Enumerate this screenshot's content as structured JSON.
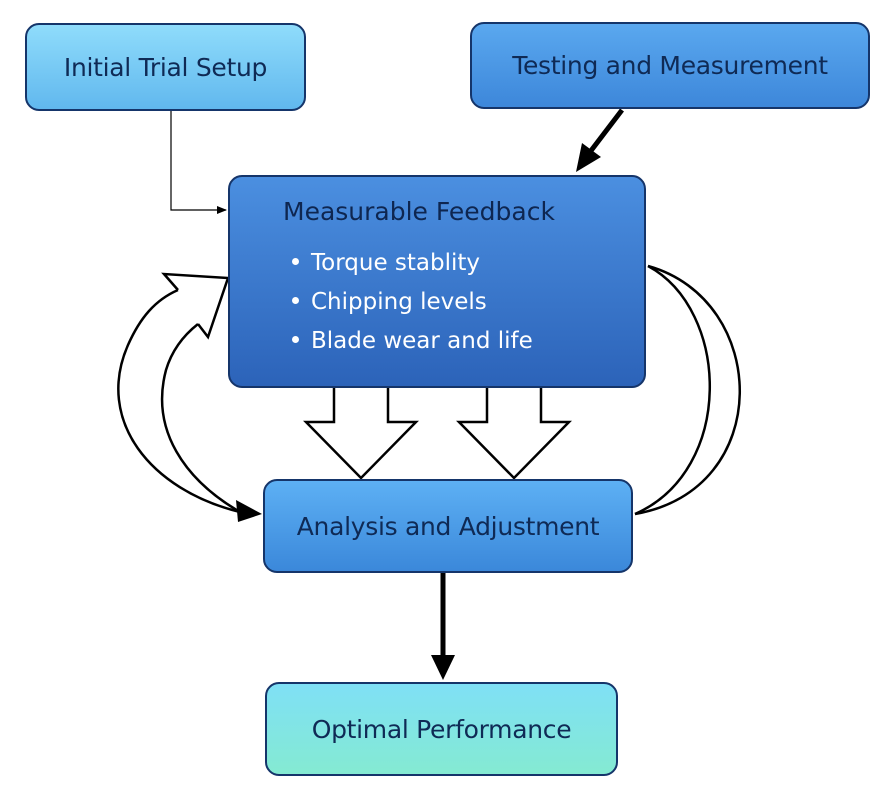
{
  "diagram": {
    "nodes": {
      "initial_trial_setup": "Initial Trial Setup",
      "testing_and_measurement": "Testing and Measurement",
      "measurable_feedback": {
        "title": "Measurable Feedback",
        "bullets": [
          "Torque stablity",
          "Chipping levels",
          "Blade wear and life"
        ]
      },
      "analysis_and_adjustment": "Analysis and Adjustment",
      "optimal_performance": "Optimal Performance"
    },
    "edges": [
      {
        "from": "Initial Trial Setup",
        "to": "Measurable Feedback",
        "style": "thin elbow arrow"
      },
      {
        "from": "Testing and Measurement",
        "to": "Measurable Feedback",
        "style": "thick arrow"
      },
      {
        "from": "Measurable Feedback",
        "to": "Analysis and Adjustment",
        "style": "two hollow block arrows"
      },
      {
        "from": "Analysis and Adjustment",
        "to": "Measurable Feedback",
        "style": "curved double loop arrow (left)"
      },
      {
        "from": "Measurable Feedback",
        "to": "Analysis and Adjustment",
        "style": "curved crescent loop (right)"
      },
      {
        "from": "Analysis and Adjustment",
        "to": "Optimal Performance",
        "style": "thick arrow"
      }
    ],
    "colors": {
      "border": "#15356a",
      "text_dark": "#0f2a55",
      "feedback_fill": "#3a78cf",
      "optimal_fill": "#82e4e4"
    }
  }
}
